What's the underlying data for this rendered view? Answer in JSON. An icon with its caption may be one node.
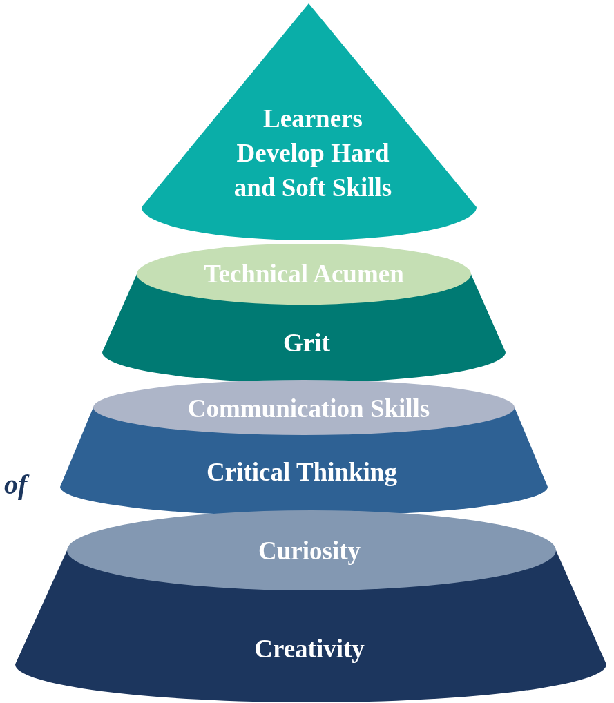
{
  "diagram": {
    "nodes": [
      {
        "text": [
          "Learners Develop Hard and Soft Skills"
        ]
      },
      {
        "text": [
          "Technical Acumen",
          "Grit"
        ]
      },
      {
        "text": [
          "Communication Skills",
          "Critical Thinking"
        ]
      },
      {
        "text": [
          "Curiosity",
          "Creativity"
        ]
      }
    ],
    "labels": [
      "of"
    ]
  }
}
